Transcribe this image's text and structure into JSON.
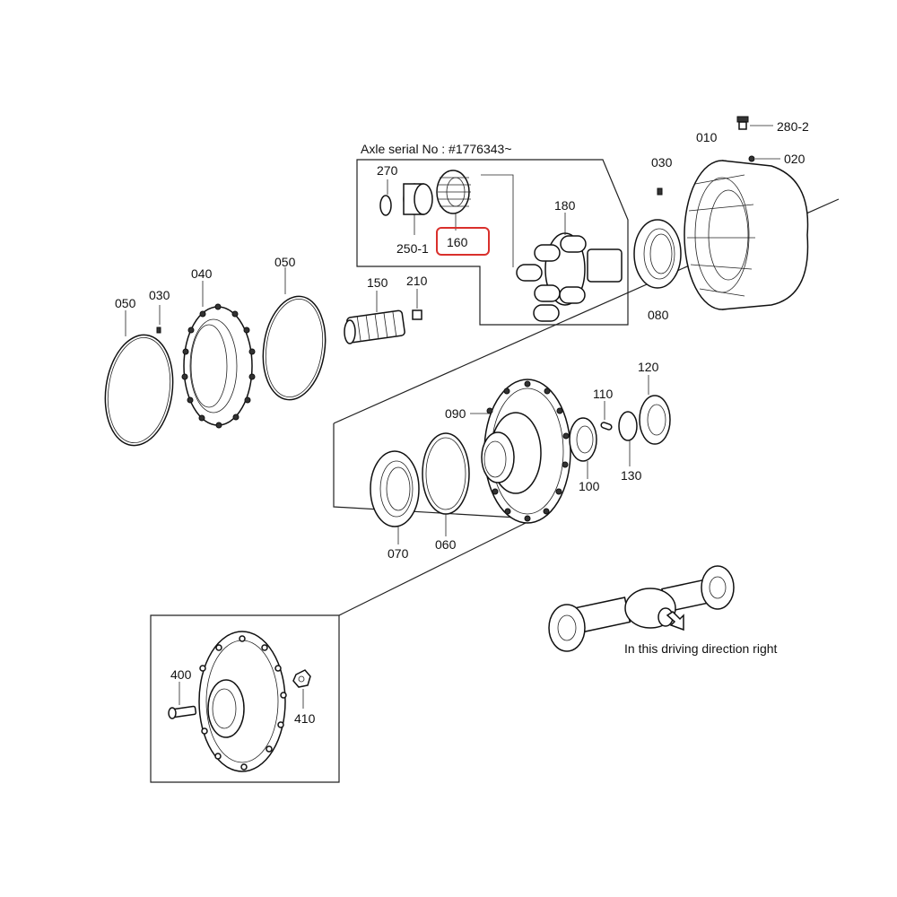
{
  "serial_note": "Axle serial No : #1776343~",
  "direction_note": "In this driving direction right",
  "highlighted_part": "160",
  "part_labels": {
    "p280_2": "280-2",
    "p010": "010",
    "p020": "020",
    "p030a": "030",
    "p270": "270",
    "p250_1": "250-1",
    "p160": "160",
    "p180": "180",
    "p080": "080",
    "p050a": "050",
    "p030b": "030",
    "p040": "040",
    "p050b": "050",
    "p150": "150",
    "p210": "210",
    "p120": "120",
    "p110": "110",
    "p090": "090",
    "p100": "100",
    "p130": "130",
    "p070": "070",
    "p060": "060",
    "p400": "400",
    "p410": "410"
  },
  "colors": {
    "highlight": "#d9302c",
    "line": "#222222"
  }
}
